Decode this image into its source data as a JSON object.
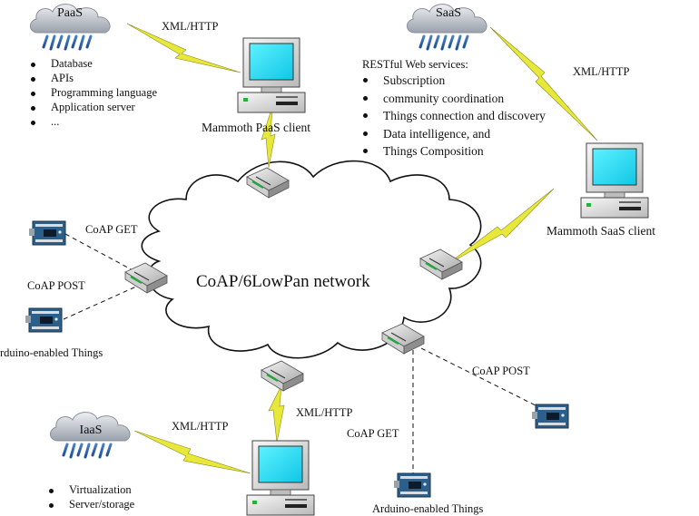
{
  "diagram": {
    "network_label": "CoAP/6LowPan network",
    "paas": {
      "cloud_label": "PaaS",
      "features": [
        "Database",
        "APIs",
        "Programming language",
        "Application server",
        "..."
      ],
      "client_label": "Mammoth PaaS client",
      "link_label": "XML/HTTP"
    },
    "saas": {
      "cloud_label": "SaaS",
      "heading": "RESTful Web services:",
      "features": [
        "Subscription",
        "community coordination",
        "Things connection and discovery",
        "Data intelligence, and",
        "Things Composition"
      ],
      "client_label": "Mammoth SaaS client",
      "link_label": "XML/HTTP"
    },
    "iaas": {
      "cloud_label": "IaaS",
      "features": [
        "Virtualization",
        "Server/storage"
      ],
      "link_label": "XML/HTTP",
      "link_label_2": "XML/HTTP"
    },
    "things_left": {
      "get_label": "CoAP GET",
      "post_label": "CoAP POST",
      "things_label": "rduino-enabled Things"
    },
    "things_right": {
      "post_label": "CoAP POST",
      "get_label": "CoAP GET",
      "things_label": "Arduino-enabled Things"
    },
    "colors": {
      "lightning": "#e8e83a",
      "cloud_fill": "#c8ccd4",
      "screen": "#22e0f0",
      "board": "#2c5f8a"
    }
  }
}
